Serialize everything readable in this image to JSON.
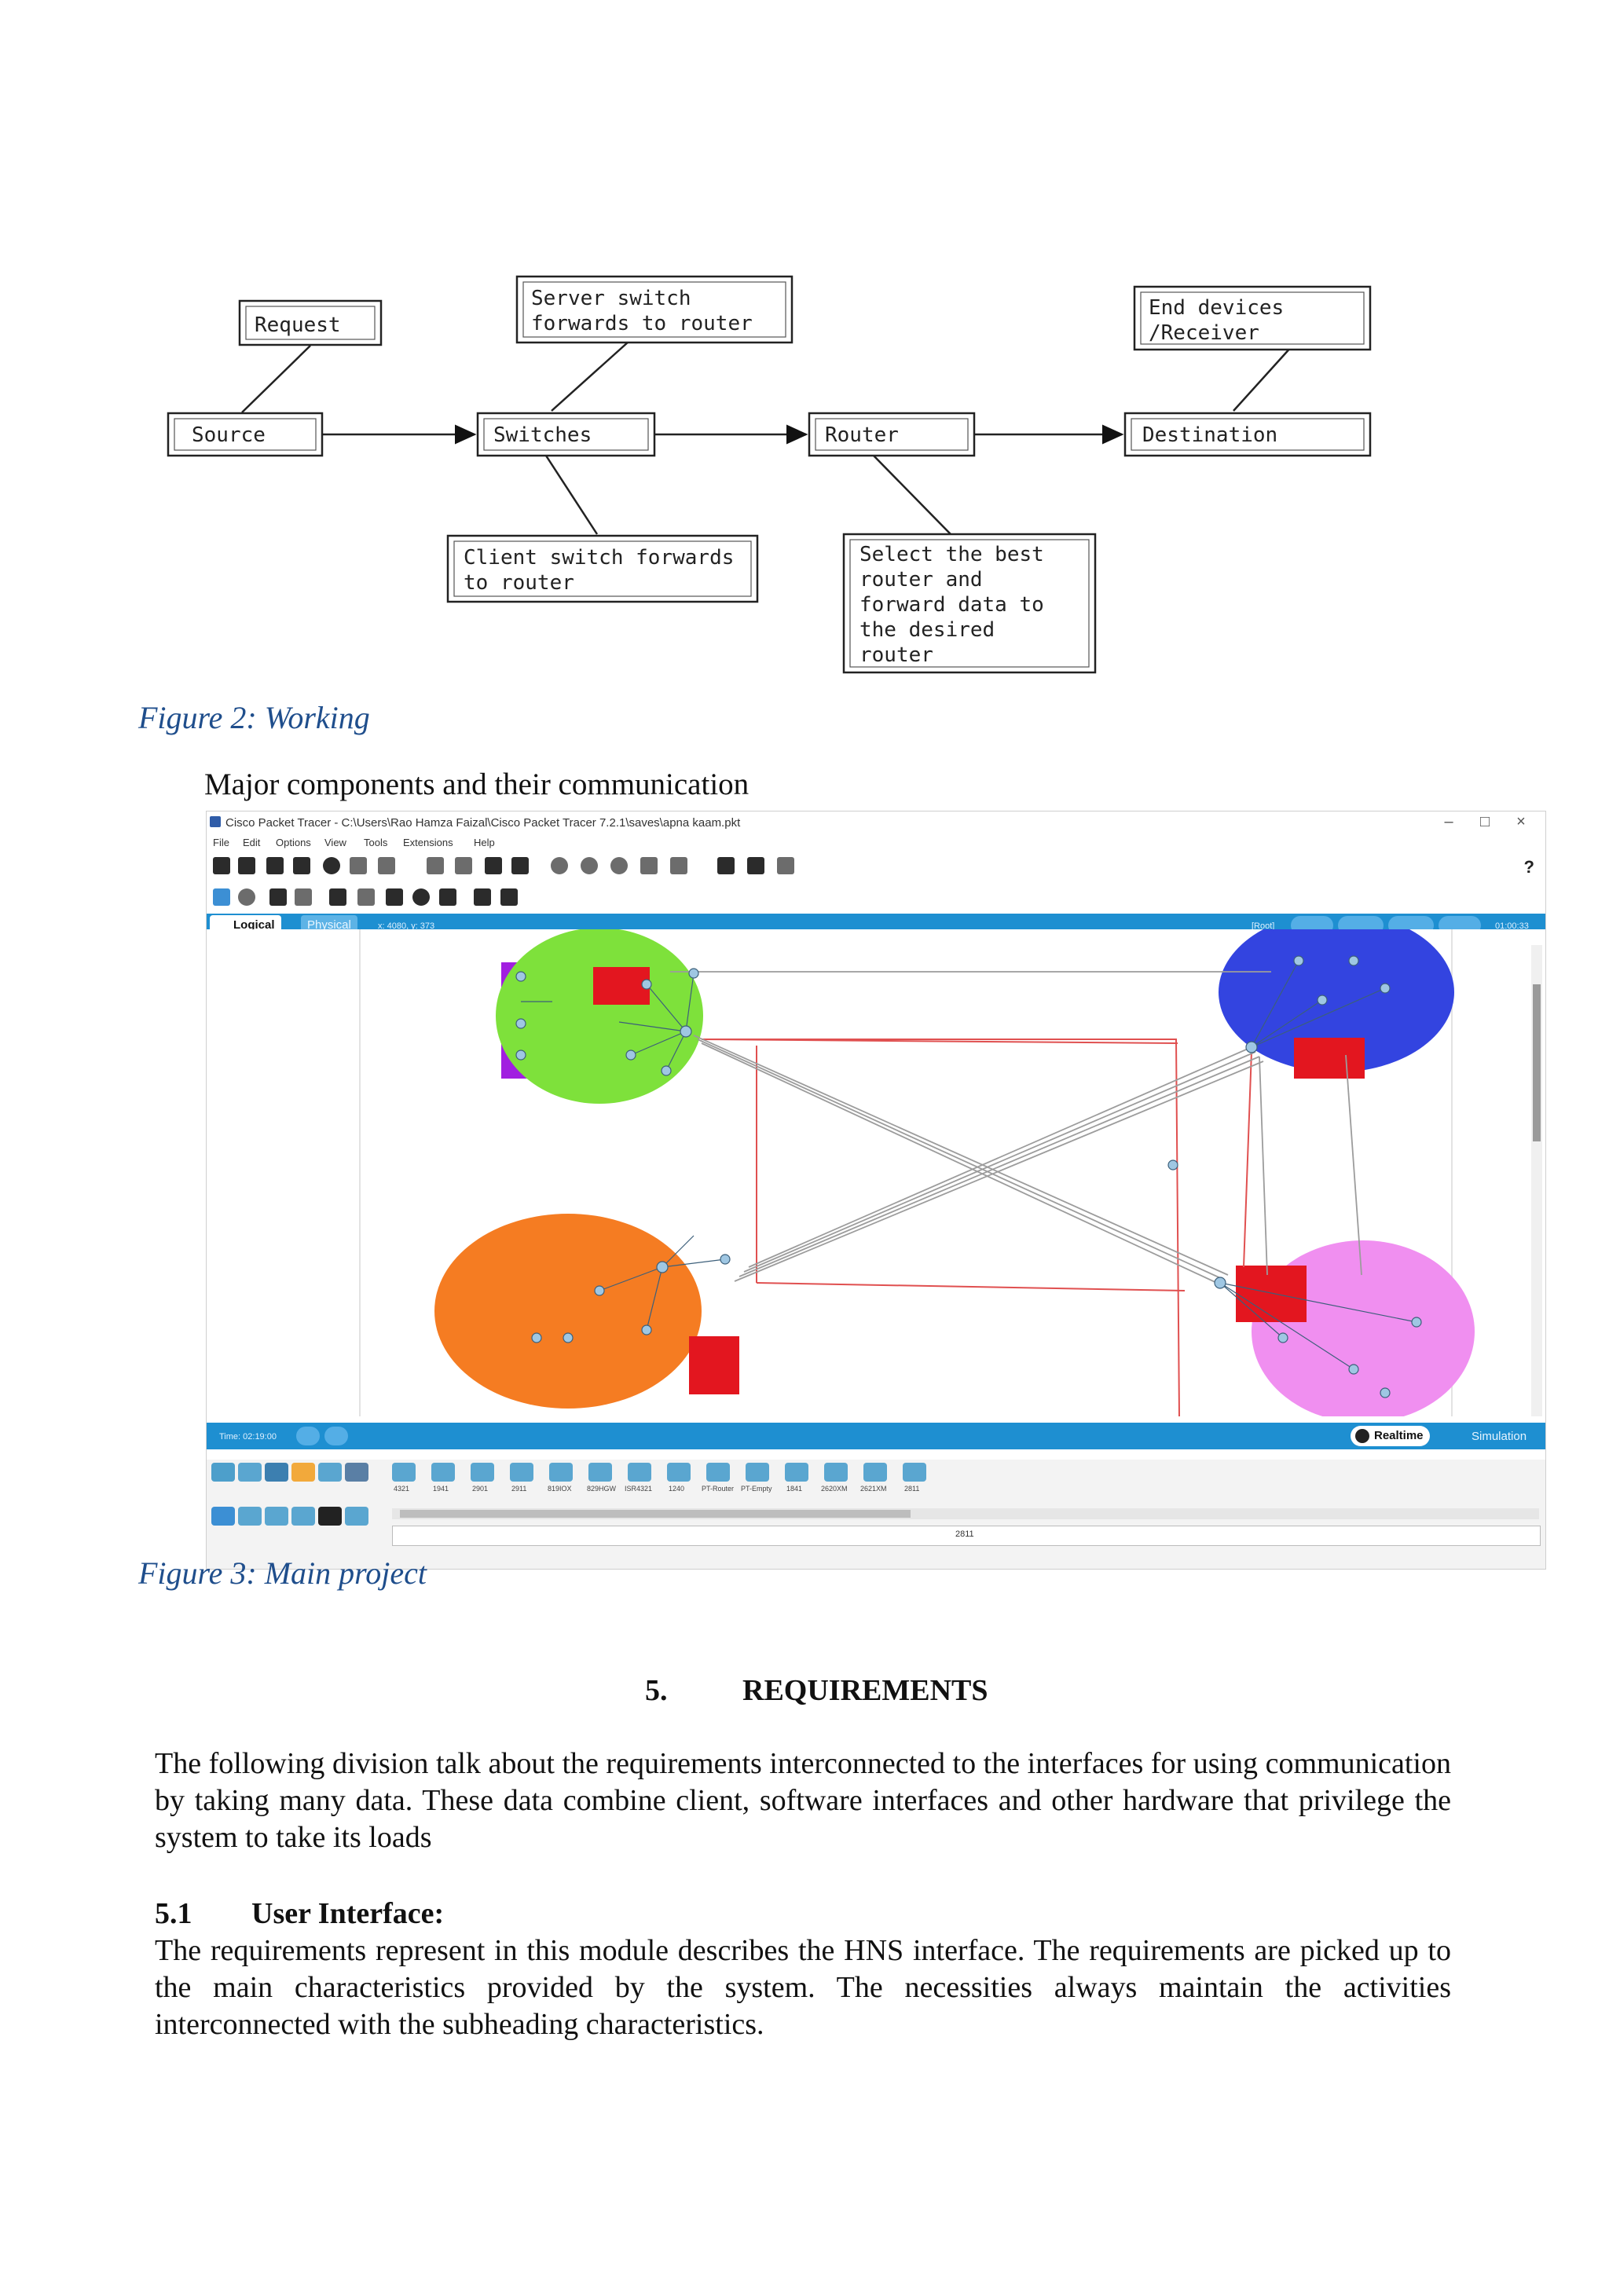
{
  "figure2": {
    "caption": "Figure 2: Working",
    "nodes": {
      "source": "Source",
      "switches": "Switches",
      "router": "Router",
      "destination": "Destination"
    },
    "notes": {
      "request": "Request",
      "server_switch": [
        "Server switch",
        "forwards to router"
      ],
      "end_devices": [
        "End devices",
        "/Receiver"
      ],
      "client_switch": [
        "Client switch forwards",
        "to router"
      ],
      "select_router": [
        "Select the best",
        "router and",
        "forward data to",
        "the desired",
        "router"
      ]
    }
  },
  "intro_line": "Major components and their communication",
  "packet_tracer": {
    "title": "Cisco Packet Tracer - C:\\Users\\Rao Hamza Faizal\\Cisco Packet Tracer 7.2.1\\saves\\apna kaam.pkt",
    "menu": [
      "File",
      "Edit",
      "Options",
      "View",
      "Tools",
      "Extensions",
      "Help"
    ],
    "help_glyph": "?",
    "tabs": {
      "logical": "Logical",
      "physical": "Physical"
    },
    "coords": "x: 4080, y: 373",
    "root": "[Root]",
    "clock": "01:00:33",
    "time": "Time: 02:19:00",
    "realtime": "Realtime",
    "simulation": "Simulation",
    "device_labels": [
      "4321",
      "1941",
      "2901",
      "2911",
      "819IOX",
      "829HGW",
      "ISR4321",
      "1240",
      "PT-Router",
      "PT-Empty",
      "1841",
      "2620XM",
      "2621XM",
      "2811"
    ],
    "selected_model": "2811",
    "colors": {
      "green": "#7ee13b",
      "blue": "#3344e0",
      "orange": "#f57c22",
      "pink": "#f08ff0",
      "purple": "#a11fe0",
      "red": "#e3161f"
    }
  },
  "figure3": {
    "caption": "Figure 3: Main project"
  },
  "section5": {
    "number": "5.",
    "title": "REQUIREMENTS",
    "body": "The following division talk about the requirements interconnected to the interfaces for using communication by taking many data. These data combine client, software interfaces and other hardware that privilege the system to take its loads"
  },
  "section51": {
    "number": "5.1",
    "title": "User Interface:",
    "body": "The requirements represent in this module describes the HNS interface. The requirements are picked up to the main characteristics provided by the system. The necessities always maintain the activities interconnected with the subheading characteristics."
  }
}
